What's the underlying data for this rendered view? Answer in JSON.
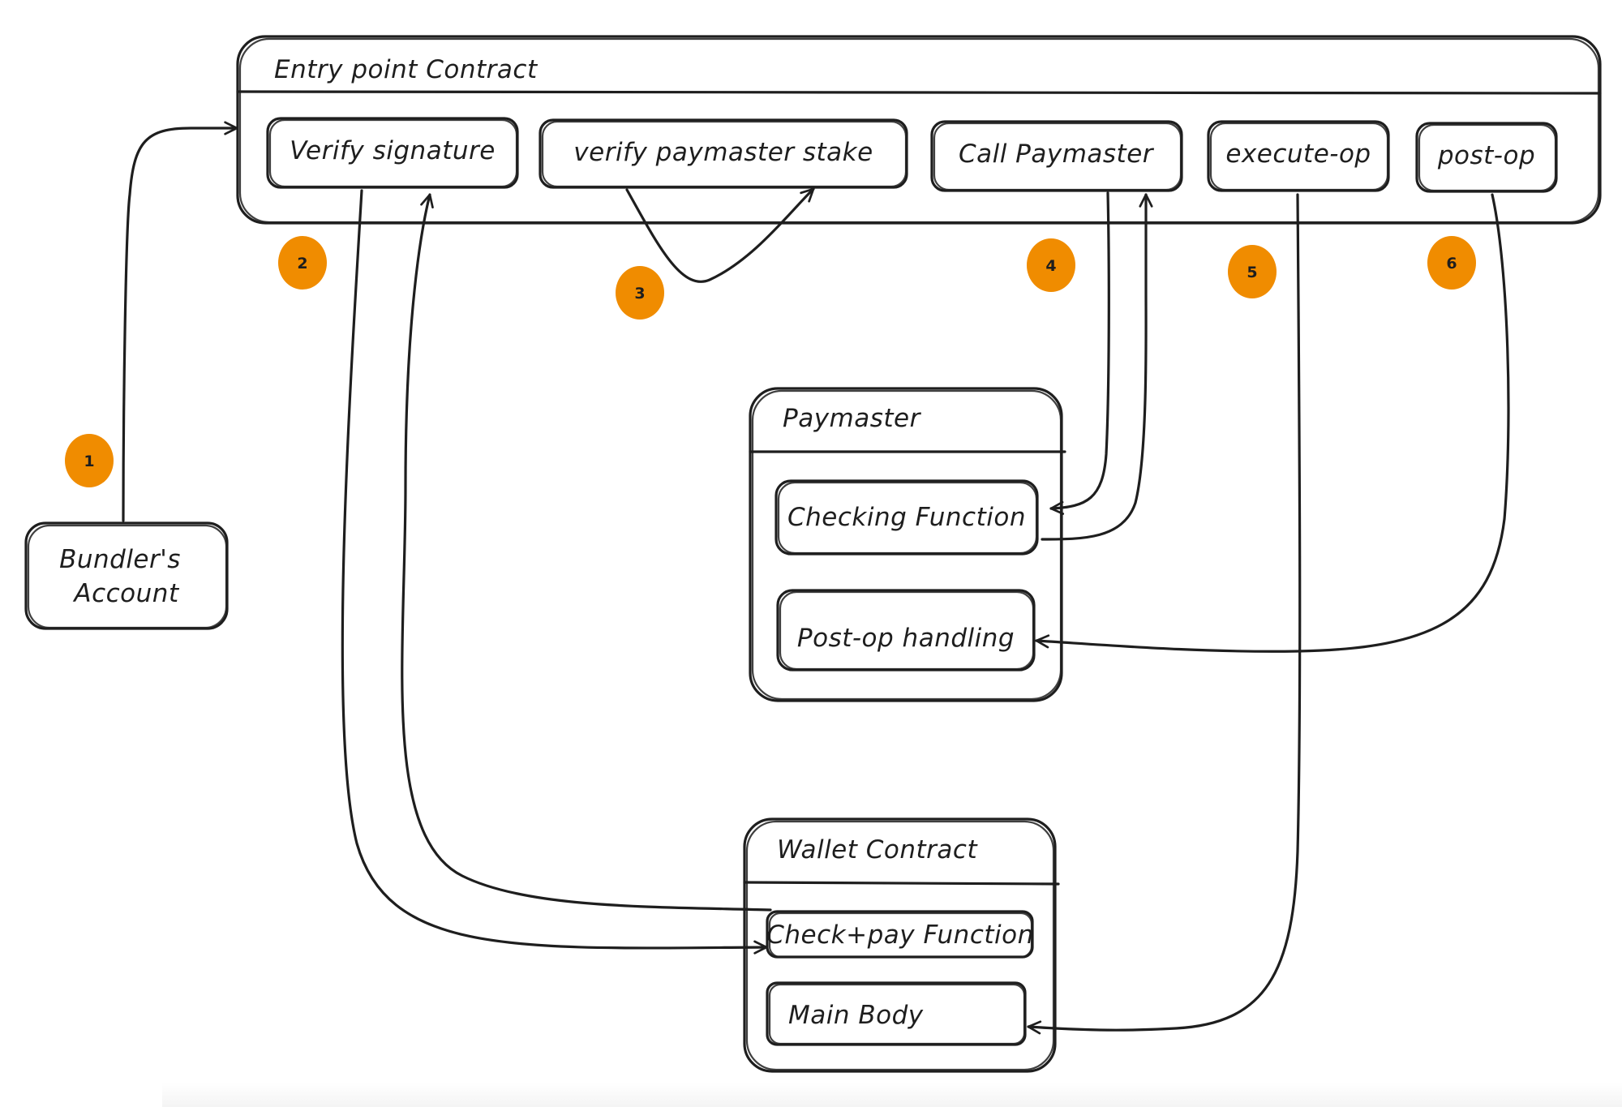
{
  "entry_point": {
    "title": "Entry point Contract",
    "steps": [
      {
        "label": "Verify signature"
      },
      {
        "label": "verify paymaster stake"
      },
      {
        "label": "Call Paymaster"
      },
      {
        "label": "execute-op"
      },
      {
        "label": "post-op"
      }
    ]
  },
  "bundler": {
    "line1": "Bundler's",
    "line2": "Account"
  },
  "paymaster": {
    "title": "Paymaster",
    "checking": "Checking Function",
    "postop": "Post-op handling"
  },
  "wallet": {
    "title": "Wallet Contract",
    "checkpay": "Check+pay Function",
    "main": "Main Body"
  },
  "badges": [
    "1",
    "2",
    "3",
    "4",
    "5",
    "6"
  ],
  "colors": {
    "badge": "#f08c00",
    "stroke": "#1e1e1e",
    "background": "#ffffff"
  }
}
